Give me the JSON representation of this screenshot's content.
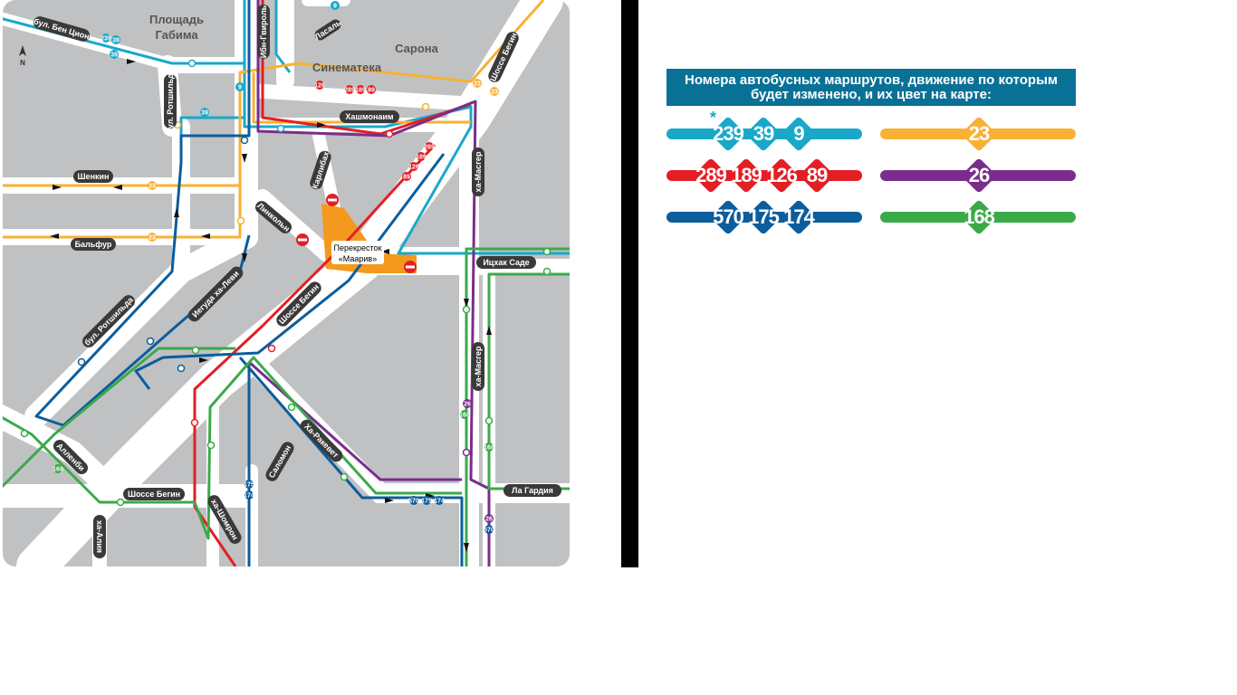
{
  "map": {
    "areas": {
      "habima": "Площадь\nГабима",
      "sarona": "Сарона",
      "cinematheque": "Синематека"
    },
    "streets": {
      "ben_zion": "бул. Бен Цион",
      "rothschild_top": "бул. Ротшильда",
      "rothschild_bottom": "бул. Ротшильда",
      "ibn_gabirol": "Ибн-Гвироль",
      "lasal": "Ласаль",
      "begin_top": "Шоссе Бегин",
      "hashmonaim": "Хашмонаим",
      "shenkin": "Шенкин",
      "balfour": "Бальфур",
      "lincoln": "Линкольн",
      "karlibah": "Карлибах",
      "yehuda_halevi": "Иегуда ха-Леви",
      "begin_mid": "Шоссе Бегин",
      "hamasger_top": "ха-Масгер",
      "hamasger_bottom": "ха-Масгер",
      "yitzhak_sade": "Ицхак Саде",
      "ha_rakevet": "Ха-Ракевет",
      "allenby": "Алленби",
      "salomon": "Саломон",
      "begin_bottom": "Шоссе Бегин",
      "ha_shomron": "ха-Шомрон",
      "la_guardia": "Ла Гардия",
      "ha_aliya": "ха-Алия"
    },
    "junction": "Перекресток\n«Маарив»",
    "north": "N",
    "tags": [
      "239",
      "39",
      "9",
      "23",
      "126",
      "289",
      "189",
      "89",
      "26",
      "168",
      "570",
      "175",
      "174"
    ]
  },
  "legend": {
    "title": "Номера автобусных маршрутов, движение по которым будет изменено, и их цвет на карте:",
    "asterisk": "*",
    "groups": [
      {
        "color": "#1aa8c9",
        "routes": [
          "239",
          "39",
          "9"
        ]
      },
      {
        "color": "#f8b133",
        "routes": [
          "23"
        ]
      },
      {
        "color": "#e31e24",
        "routes": [
          "289",
          "189",
          "126",
          "89"
        ]
      },
      {
        "color": "#7a2d8c",
        "routes": [
          "26"
        ]
      },
      {
        "color": "#0b5d9c",
        "routes": [
          "570",
          "175",
          "174"
        ]
      },
      {
        "color": "#3aaa49",
        "routes": [
          "168"
        ]
      }
    ]
  }
}
